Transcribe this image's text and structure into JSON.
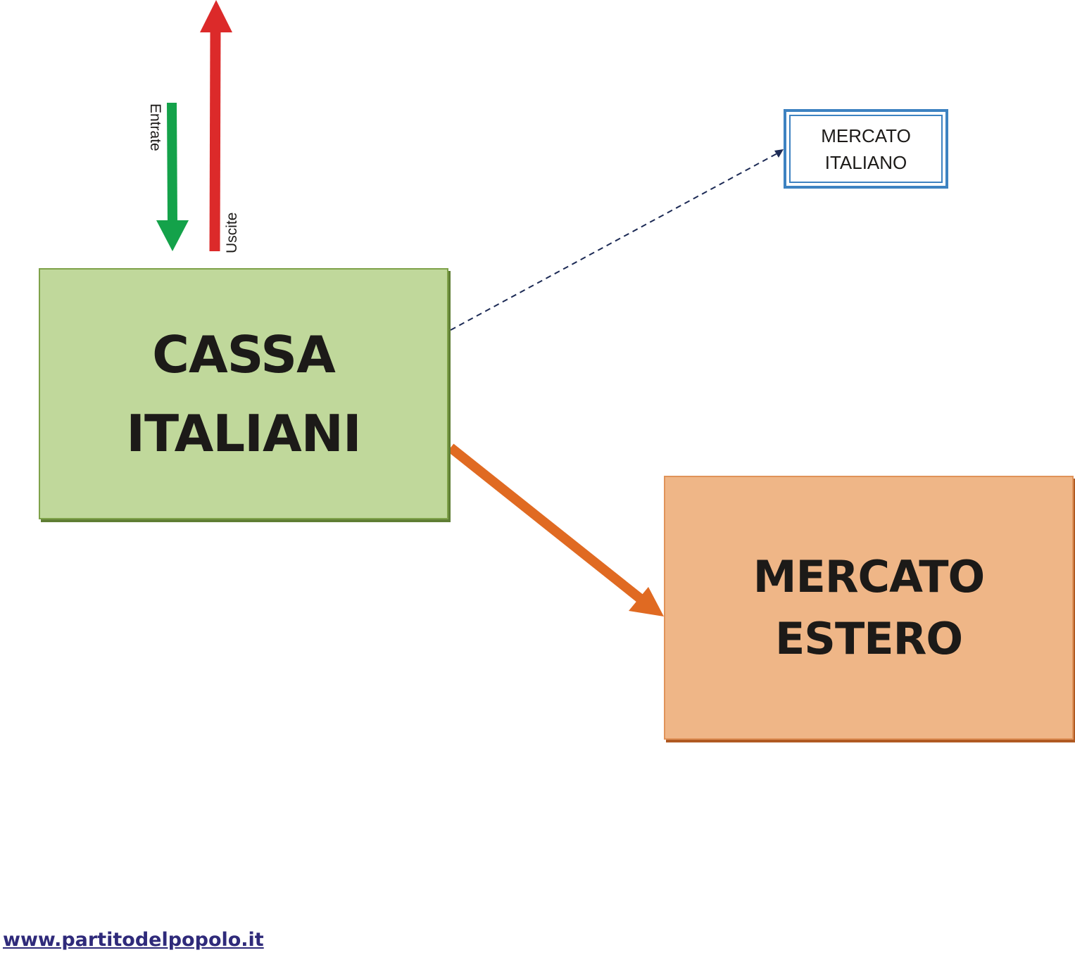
{
  "nodes": {
    "cassa": {
      "line1": "CASSA",
      "line2": "ITALIANI"
    },
    "mercato_estero": {
      "line1": "MERCATO",
      "line2": "ESTERO"
    },
    "mercato_italiano": {
      "line1": "MERCATO",
      "line2": "ITALIANO"
    }
  },
  "flows": {
    "entrate": "Entrate",
    "uscite": "Uscite"
  },
  "footer": {
    "website": "www.partitodelpopolo.it"
  },
  "colors": {
    "cassa_fill": "#c0d89b",
    "estero_fill": "#efb687",
    "italiano_border": "#3d82c1",
    "entrate_arrow": "#14a24a",
    "uscite_arrow": "#dc2a2a",
    "estero_arrow": "#e06a22",
    "italiano_arrow": "#1c2a55"
  }
}
